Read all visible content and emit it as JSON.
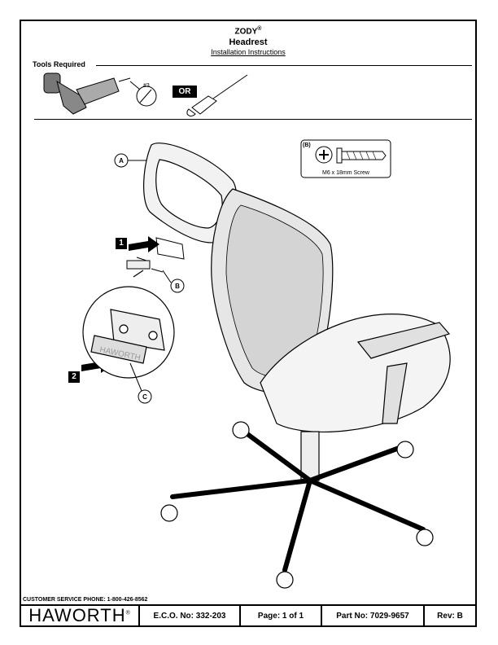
{
  "header": {
    "brand": "ZODY",
    "registered_mark": "®",
    "title": "Headrest",
    "subtitle": "Installation Instructions"
  },
  "tools": {
    "label": "Tools Required",
    "bit_label": "#3",
    "or_label": "OR",
    "icons": [
      "drill-icon",
      "bit-icon",
      "screwdriver-icon"
    ]
  },
  "callouts": {
    "a": "A",
    "b": "B",
    "c": "C",
    "screw_key": "(B)",
    "screw_caption": "M6 x 18mm Screw",
    "step1": "1",
    "step2": "2",
    "plate_text": "HAWORTH"
  },
  "footer": {
    "phone": "CUSTOMER SERVICE PHONE: 1-800-426-8562",
    "logo": "HAWORTH",
    "logo_mark": "®",
    "eco": "E.C.O. No: 332-203",
    "page": "Page: 1 of 1",
    "part": "Part No: 7029-9657",
    "rev": "Rev: B"
  }
}
